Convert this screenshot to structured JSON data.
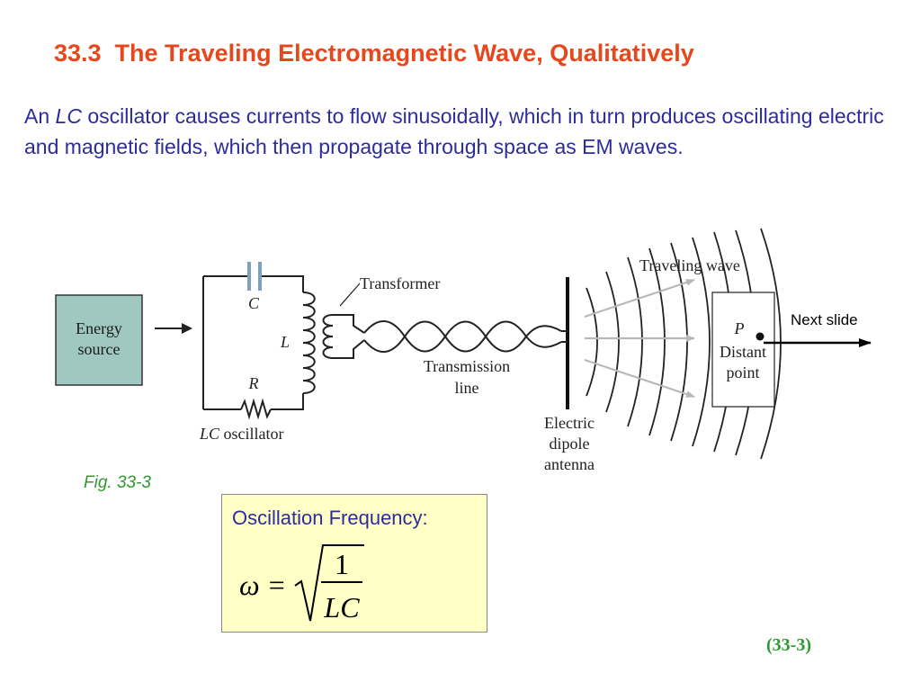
{
  "slide": {
    "title": "33.3  The Traveling Electromagnetic Wave, Qualitatively",
    "paragraph": {
      "before": "An ",
      "emphasis": "LC",
      "after": " oscillator causes currents to flow sinusoidally, which in turn produces oscillating electric and magnetic fields, which then propagate through space as EM waves."
    },
    "figure_caption": "Fig. 33-3",
    "equation_number": "(33-3)"
  },
  "figure": {
    "energy_source": [
      "Energy",
      "source"
    ],
    "capacitor": "C",
    "inductor": "L",
    "resistor": "R",
    "oscillator_emph": "LC",
    "oscillator_rest": " oscillator",
    "transformer": "Transformer",
    "transmission": [
      "Transmission",
      "line"
    ],
    "antenna": [
      "Electric",
      "dipole",
      "antenna"
    ],
    "traveling_wave": "Traveling wave",
    "point": "P",
    "distant_point": [
      "Distant",
      "point"
    ],
    "next_slide": "Next slide"
  },
  "formula": {
    "label": "Oscillation Frequency:",
    "lhs": "ω =",
    "numerator": "1",
    "denominator": "LC"
  },
  "colors": {
    "title": "#e8461b",
    "body_text": "#2c2c9c",
    "caption": "#2e9a2e",
    "energy_box": "#9fc8c0",
    "formula_bg": "#ffffc6",
    "wave_arrow": "#b8b8b8"
  }
}
